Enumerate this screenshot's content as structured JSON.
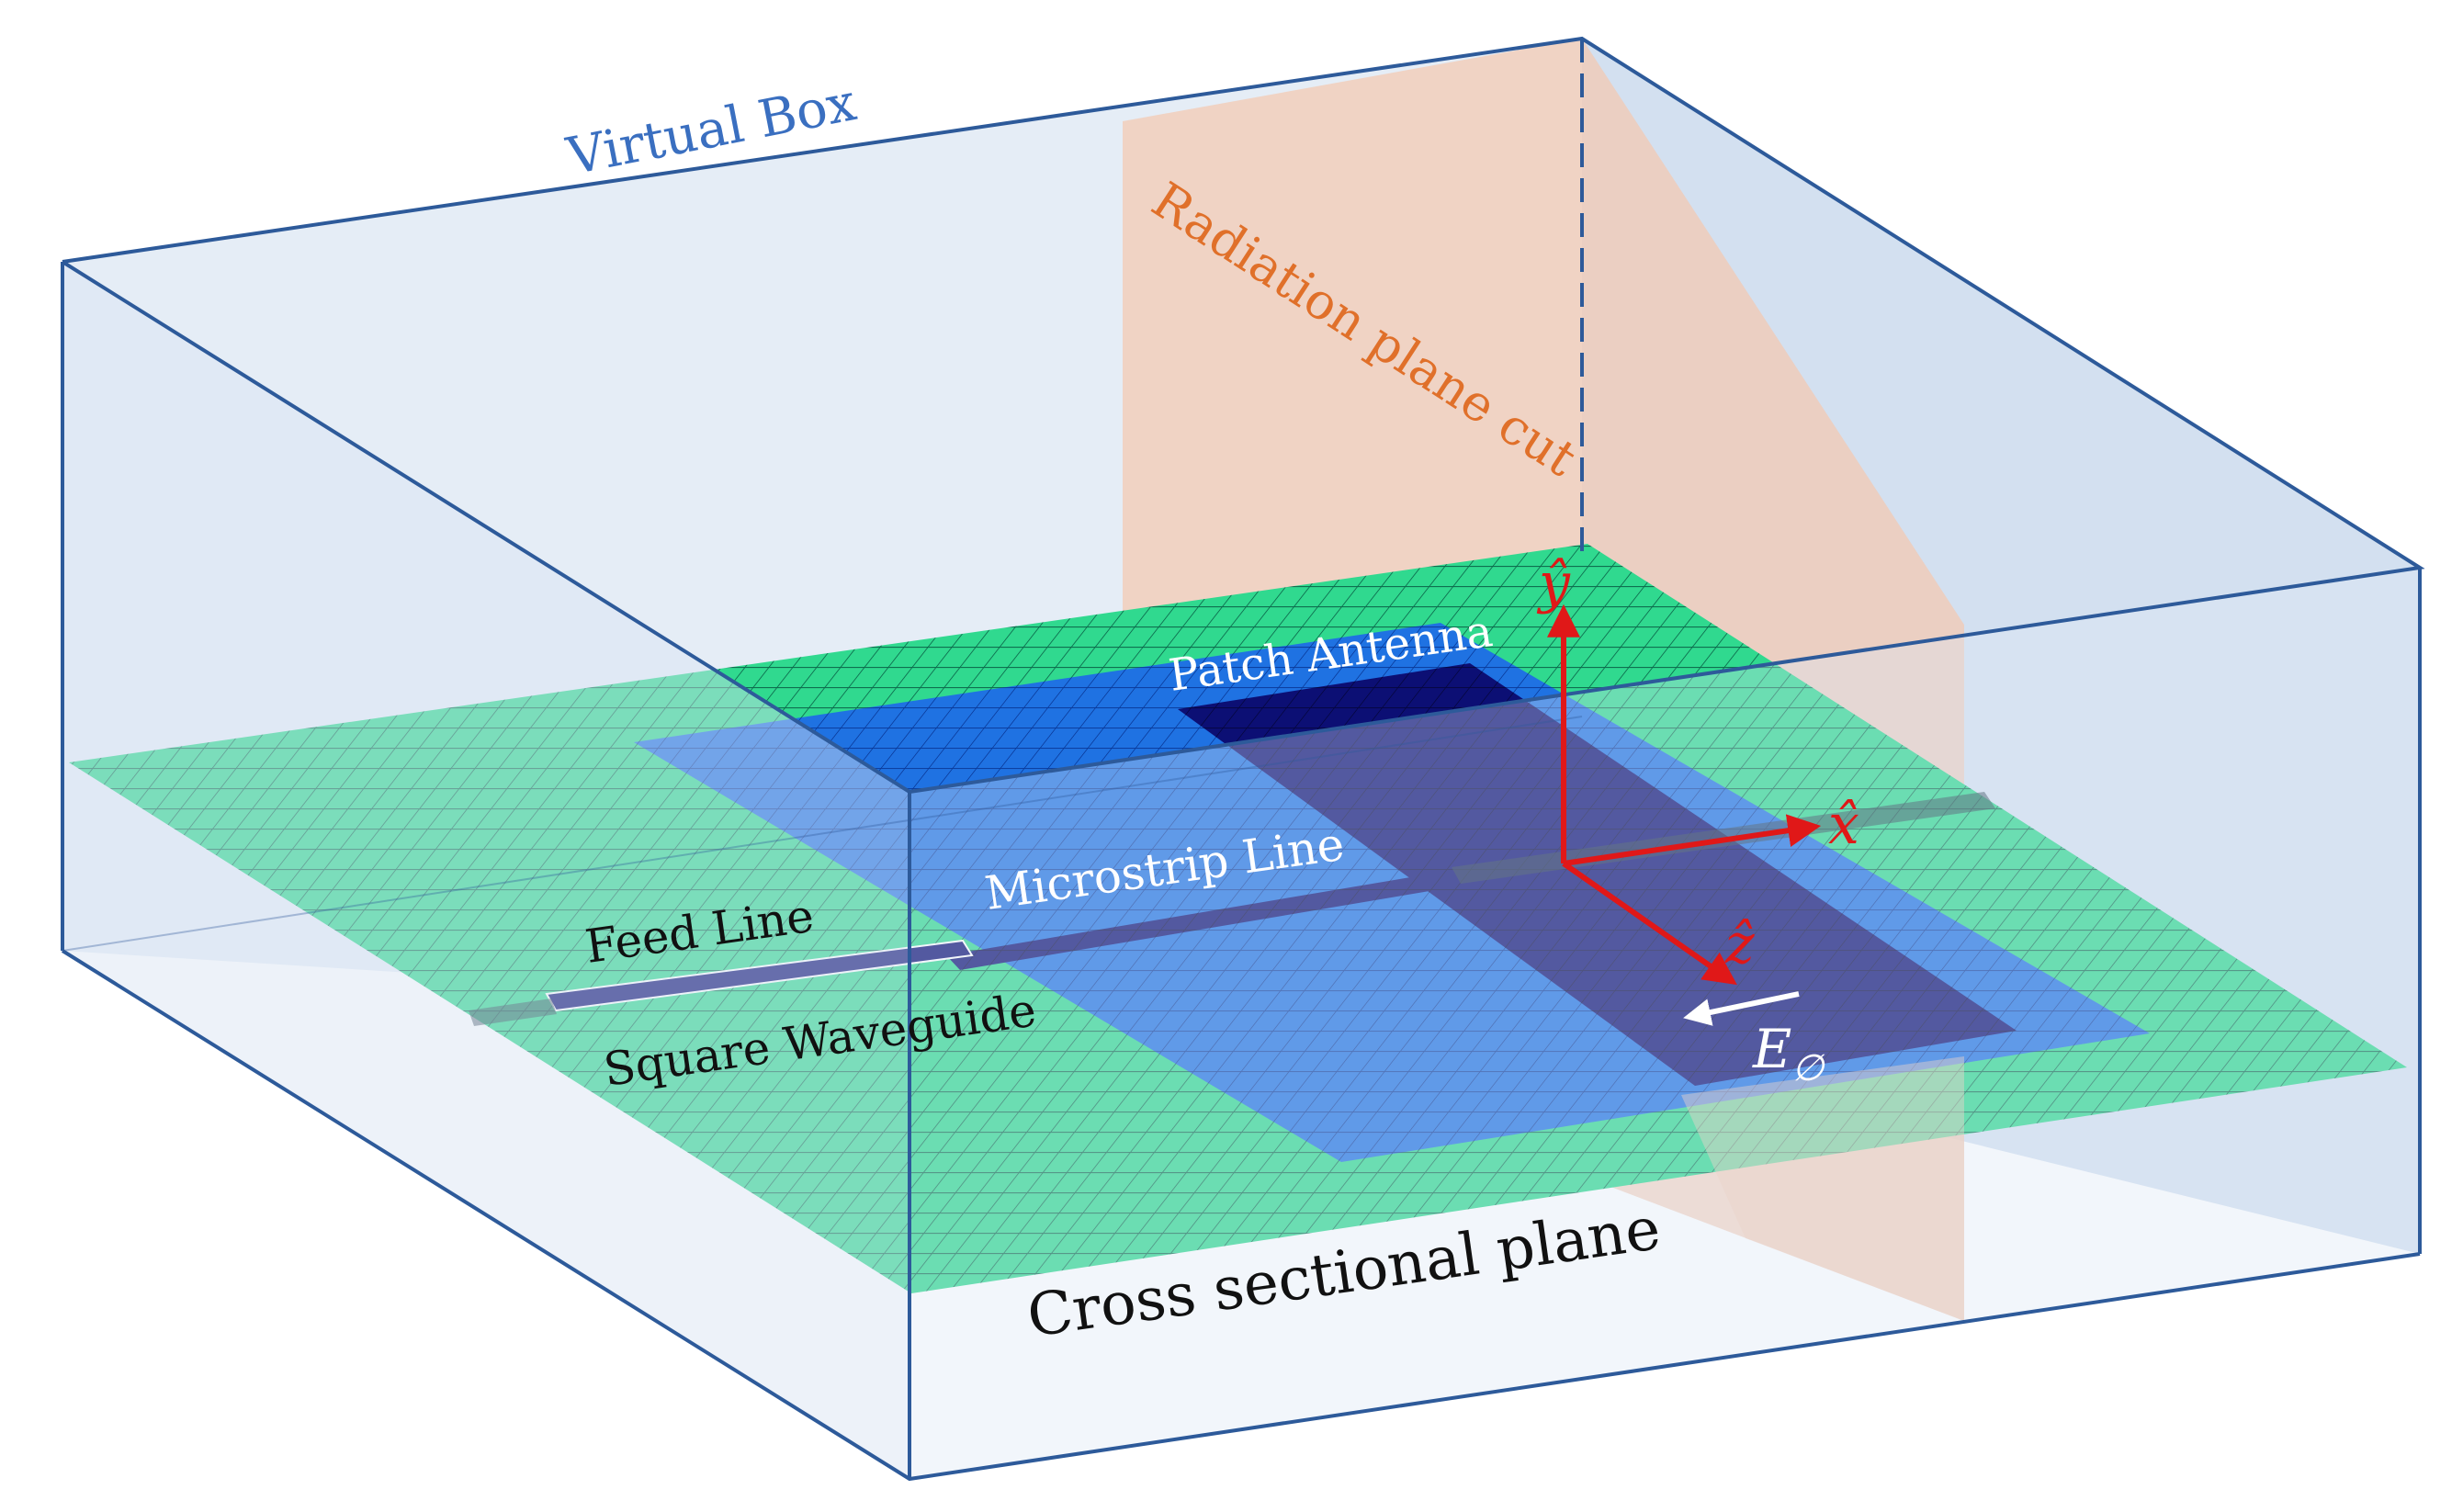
{
  "labels": {
    "virtual_box": "Virtual Box",
    "radiation_plane_cut": "Radiation plane cut",
    "patch_antenna": "Patch Antenna",
    "microstrip_line": "Microstrip Line",
    "feed_line": "Feed Line",
    "square_waveguide": "Square Waveguide",
    "cross_sectional_plane": "Cross sectional plane",
    "axis_y": "ŷ",
    "axis_x": "x̂",
    "axis_z": "ẑ",
    "e_field_main": "E",
    "e_field_sub": "∅"
  },
  "colors": {
    "box_edge": "#2d5a9a",
    "box_fill": "#dbe6f3",
    "mesh_green": "#2ed88f",
    "substrate_blue": "#1f6fe0",
    "patch_navy": "#0c0f72",
    "radiation_plane": "#f2c5b0",
    "virtual_box_text": "#3a6fc0",
    "radiation_text": "#e0702a",
    "axis_red": "#e01818",
    "label_white": "#ffffff",
    "label_black": "#111111"
  }
}
